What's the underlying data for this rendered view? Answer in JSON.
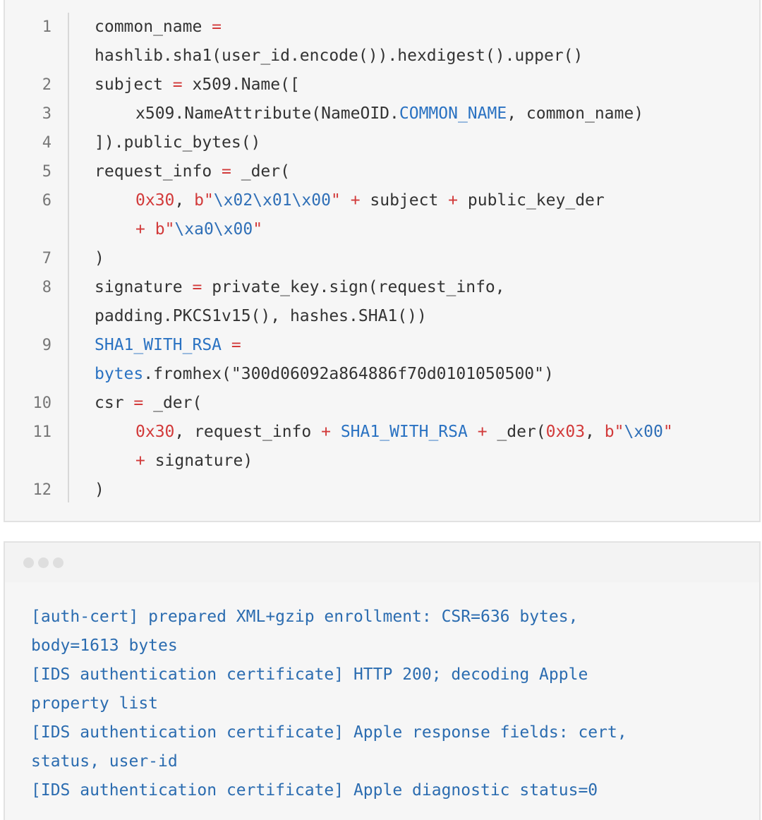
{
  "code": {
    "line_numbers": [
      "1",
      "2",
      "3",
      "4",
      "5",
      "6",
      "7",
      "8",
      "9",
      "10",
      "11",
      "12"
    ],
    "l1a": "common_name ",
    "l1a_op": "=",
    "l1b": "hashlib.sha1(user_id.encode()).hexdigest().upper()",
    "l2": "subject ",
    "l2_op": "=",
    "l2_rest": " x509.Name([",
    "l3a": "x509.NameAttribute(NameOID.",
    "l3_kw": "COMMON_NAME",
    "l3b": ", common_name)",
    "l4": "]).public_bytes()",
    "l5": "request_info ",
    "l5_op": "=",
    "l5_rest": " _der(",
    "l6_num": "0x30",
    "l6_c1": ", ",
    "l6_str1": "b\"",
    "l6_esc": "\\x02\\x01\\x00",
    "l6_str2": "\"",
    "l6_op1": "+",
    "l6_c2": " subject ",
    "l6_op2": "+",
    "l6_c3": " public_key_der",
    "l6b_op": "+",
    "l6b_str1": "b\"",
    "l6b_esc": "\\xa0\\x00",
    "l6b_str2": "\"",
    "l7": ")",
    "l8a": "signature ",
    "l8_op": "=",
    "l8_rest": " private_key.sign(request_info,",
    "l8b": "padding.PKCS1v15(), hashes.SHA1())",
    "l9_kw": "SHA1_WITH_RSA",
    "l9_op": "=",
    "l9b_kw": "bytes",
    "l9b_rest": ".fromhex(\"300d06092a864886f70d0101050500\")",
    "l10": "csr ",
    "l10_op": "=",
    "l10_rest": " _der(",
    "l11_num1": "0x30",
    "l11_c1": ", request_info ",
    "l11_op1": "+",
    "l11_kw": "SHA1_WITH_RSA",
    "l11_op2": "+",
    "l11_c2": " _der(",
    "l11_num2": "0x03",
    "l11_c3": ", ",
    "l11_str1": "b\"",
    "l11_esc": "\\x00",
    "l11_str2": "\"",
    "l11b_op": "+",
    "l11b_rest": " signature)",
    "l12": ")"
  },
  "terminal": {
    "lines": [
      "[auth-cert] prepared XML+gzip enrollment: CSR=636 bytes,",
      "body=1613 bytes",
      "[IDS authentication certificate] HTTP 200; decoding Apple",
      "property list",
      "[IDS authentication certificate] Apple response fields: cert,",
      "status, user-id",
      "[IDS authentication certificate] Apple diagnostic status=0"
    ]
  },
  "colors": {
    "keyword": "#2a72c2",
    "number_string": "#d23a3a",
    "terminal_text": "#2b6cb0"
  }
}
